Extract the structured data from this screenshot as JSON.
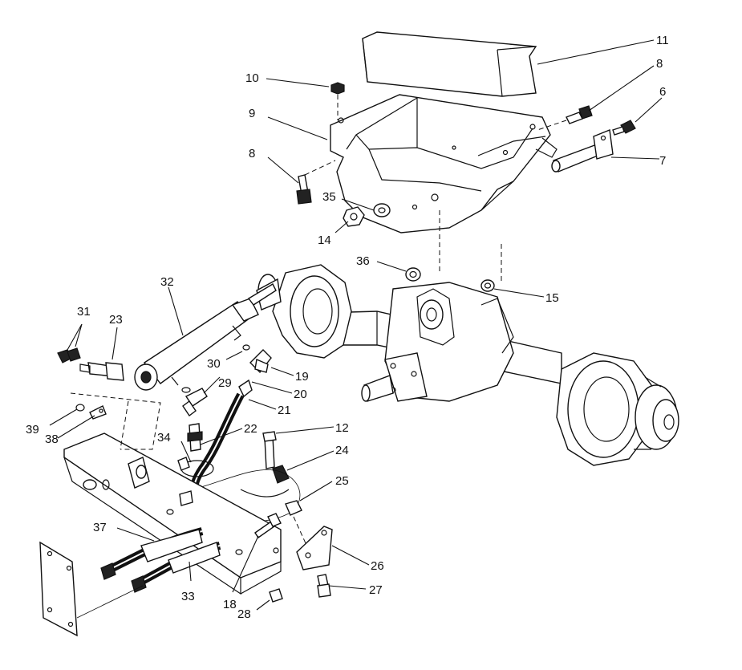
{
  "callouts": [
    "11",
    "8",
    "6",
    "10",
    "9",
    "7",
    "8",
    "35",
    "14",
    "36",
    "15",
    "32",
    "31",
    "23",
    "30",
    "19",
    "29",
    "20",
    "21",
    "12",
    "39",
    "38",
    "22",
    "24",
    "34",
    "25",
    "37",
    "26",
    "33",
    "18",
    "28",
    "27"
  ]
}
